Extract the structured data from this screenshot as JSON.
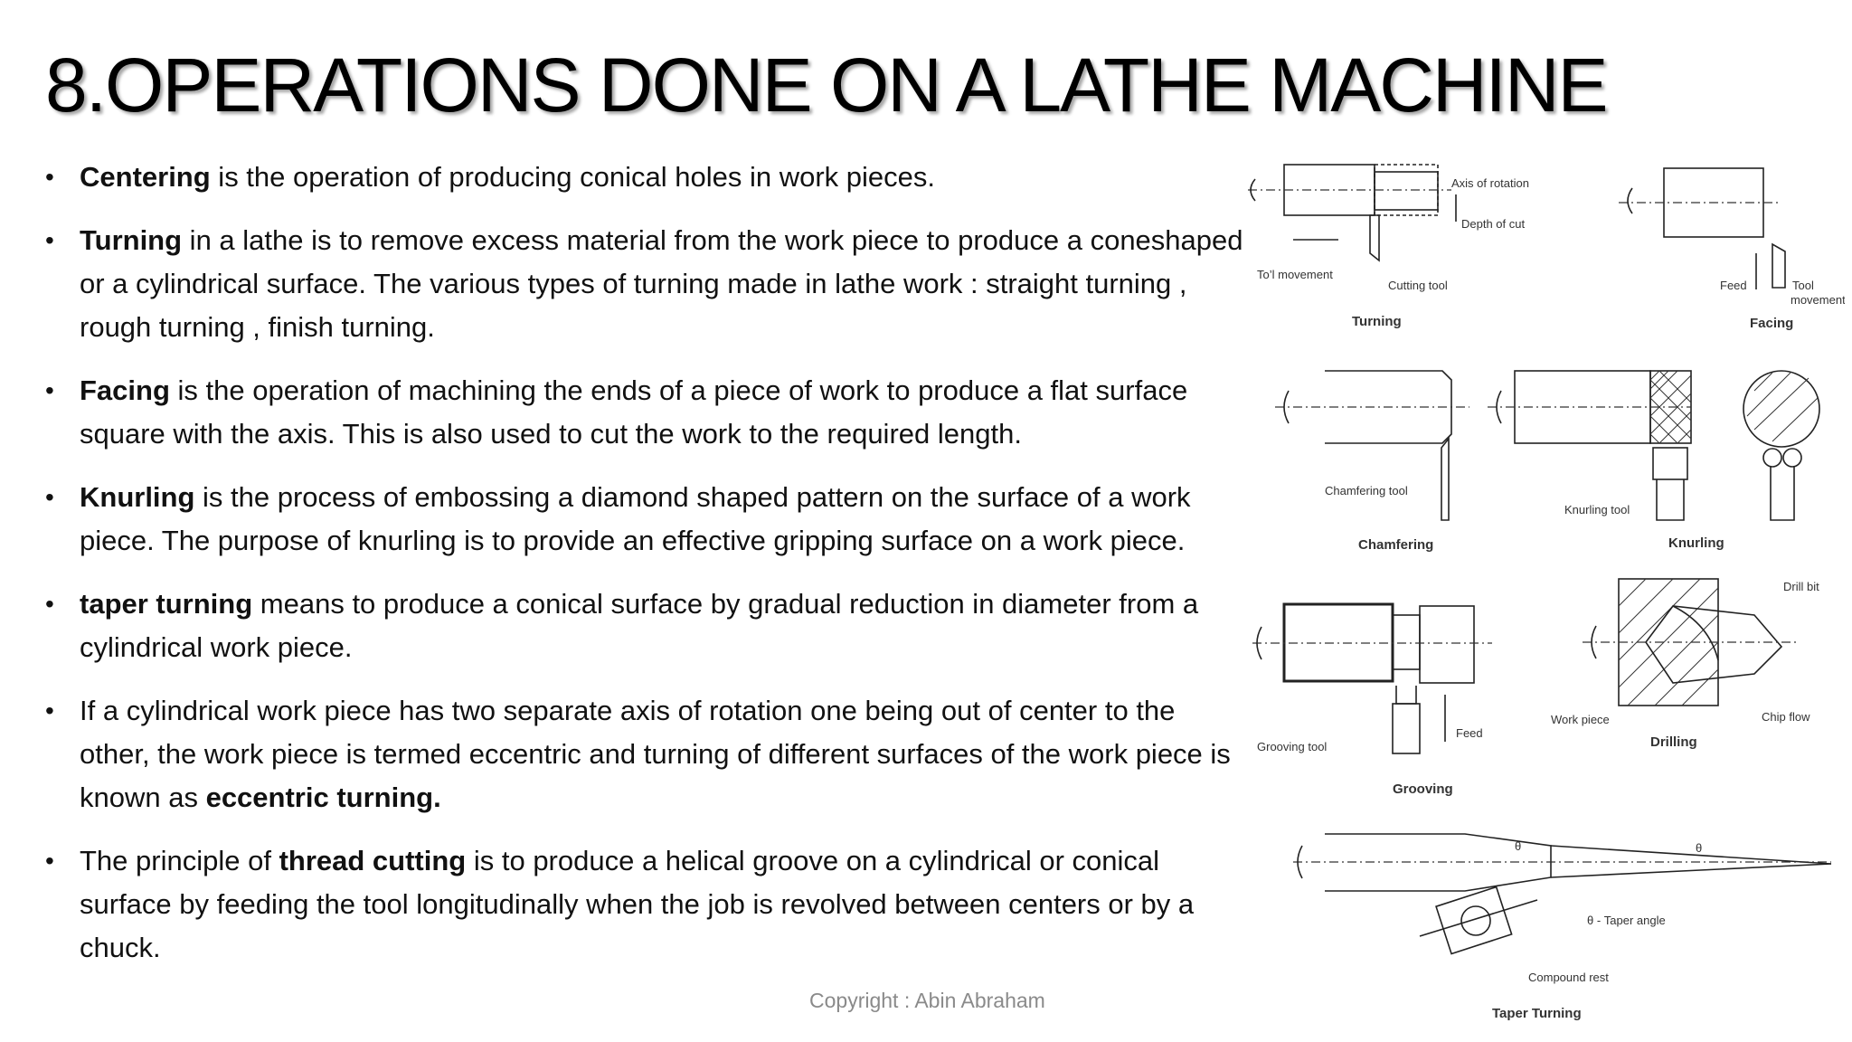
{
  "title": "8.OPERATIONS DONE ON A LATHE MACHINE",
  "bullets": [
    {
      "bold": "Centering",
      "text": " is the operation of producing conical holes in work pieces."
    },
    {
      "bold": "Turning",
      "text": " in a lathe is to remove excess material from the work piece to produce a coneshaped or a cylindrical surface. The various types of turning made in lathe work : straight turning , rough turning , finish turning."
    },
    {
      "bold": "Facing",
      "text": " is the operation of machining the ends of a piece of work to produce a flat surface square with the axis. This is also used to cut the work to the required length."
    },
    {
      "bold": "Knurling",
      "text": " is the process of embossing a diamond shaped pattern on the surface of a work piece. The purpose of knurling is to provide an effective gripping surface on a work piece."
    },
    {
      "bold": "taper turning",
      "text": " means to produce a conical surface by gradual reduction in diameter from a cylindrical work piece."
    },
    {
      "pre": "If a cylindrical work piece has two separate axis of rotation one being out of center to the other, the work piece is termed eccentric and turning of different surfaces of the work piece is known as ",
      "bold": "eccentric turning."
    },
    {
      "pre": "The principle of ",
      "bold": "thread cutting",
      "text": " is to produce a helical groove on a cylindrical or conical surface by feeding the tool longitudinally when the job is revolved between centers or by a chuck."
    }
  ],
  "copyright": "Copyright : Abin Abraham",
  "diagrams": {
    "turning": {
      "caption": "Turning",
      "axis": "Axis of rotation",
      "depth": "Depth of cut",
      "movement": "To’l movement",
      "tool": "Cutting tool"
    },
    "facing": {
      "caption": "Facing",
      "feed": "Feed",
      "tool": "Tool",
      "movement": "movement"
    },
    "chamfering": {
      "caption": "Chamfering",
      "tool": "Chamfering tool"
    },
    "knurling": {
      "caption": "Knurling",
      "tool": "Knurling tool"
    },
    "grooving": {
      "caption": "Grooving",
      "tool": "Grooving tool",
      "feed": "Feed"
    },
    "drilling": {
      "caption": "Drilling",
      "bit": "Drill bit",
      "work": "Work piece",
      "chip": "Chip flow"
    },
    "taper": {
      "caption": "Taper Turning",
      "theta": "θ",
      "angle": "θ - Taper angle",
      "rest": "Compound rest"
    }
  }
}
